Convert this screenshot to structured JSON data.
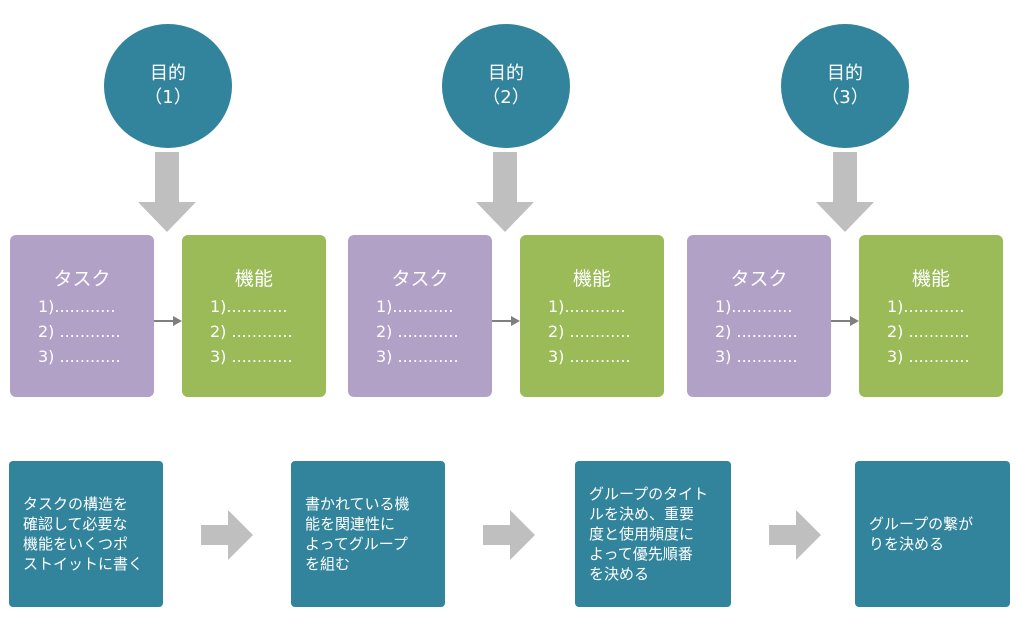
{
  "purposes": [
    {
      "title": "目的",
      "number": "（1）"
    },
    {
      "title": "目的",
      "number": "（2）"
    },
    {
      "title": "目的",
      "number": "（3）"
    }
  ],
  "groups": [
    {
      "task": {
        "title": "タスク",
        "items": [
          "1)............",
          "2) ............",
          "3) ............"
        ]
      },
      "function": {
        "title": "機能",
        "items": [
          "1)............",
          "2) ............",
          "3) ............"
        ]
      }
    },
    {
      "task": {
        "title": "タスク",
        "items": [
          "1)............",
          "2) ............",
          "3) ............"
        ]
      },
      "function": {
        "title": "機能",
        "items": [
          "1)............",
          "2) ............",
          "3) ............"
        ]
      }
    },
    {
      "task": {
        "title": "タスク",
        "items": [
          "1)............",
          "2) ............",
          "3) ............"
        ]
      },
      "function": {
        "title": "機能",
        "items": [
          "1)............",
          "2) ............",
          "3) ............"
        ]
      }
    }
  ],
  "steps": [
    {
      "lines": [
        "タスクの構造を",
        "確認して必要な",
        "機能をいくつポ",
        "ストイットに書く"
      ]
    },
    {
      "lines": [
        "書かれている機",
        "能を関連性に",
        "よってグループ",
        "を組む"
      ]
    },
    {
      "lines": [
        "グループのタイト",
        "ルを決め、重要",
        "度と使用頻度に",
        "よって優先順番",
        "を決める"
      ]
    },
    {
      "lines": [
        "グループの繋が",
        "りを決める"
      ]
    }
  ],
  "colors": {
    "teal": "#31849b",
    "purple": "#b2a1c7",
    "green": "#9bbb59",
    "arrow_gray": "#bfbfbf",
    "link_gray": "#7f7f7f"
  }
}
